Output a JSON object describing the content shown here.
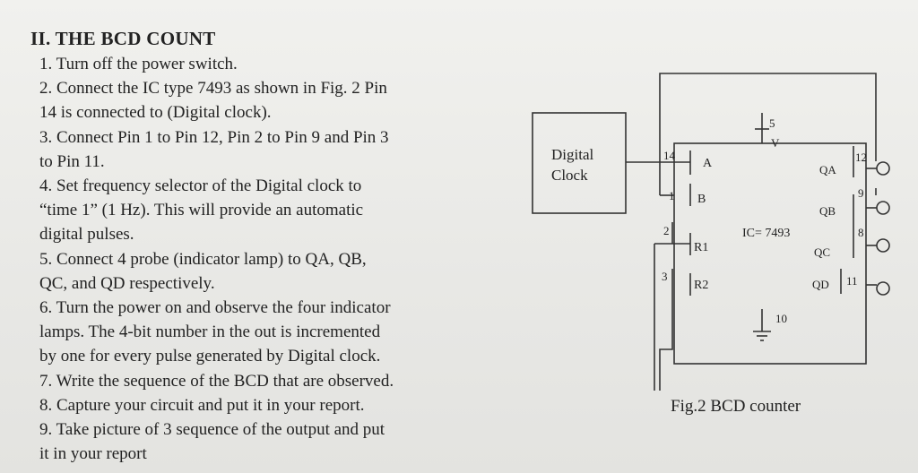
{
  "document": {
    "heading": "II. THE BCD COUNT",
    "steps": [
      "1. Turn off the power switch.",
      "2. Connect the IC type 7493 as shown in Fig. 2 Pin\n14 is connected to (Digital clock).",
      "3. Connect Pin 1 to Pin 12, Pin 2 to Pin 9 and Pin 3\nto Pin 11.",
      "4. Set frequency selector of the Digital clock to\n“time 1” (1 Hz). This will provide an automatic\ndigital pulses.",
      "5. Connect 4 probe (indicator lamp) to QA, QB,\nQC, and QD respectively.",
      "6. Turn the power on and observe the four indicator\nlamps. The 4-bit number in the out is incremented\nby one for every pulse generated by Digital clock.",
      "7. Write the sequence of the BCD that are observed.",
      "8. Capture your circuit and put it in your report.",
      "9. Take picture of 3 sequence of the output and put\nit in your report"
    ]
  },
  "figure": {
    "clock_label_line1": "Digital",
    "clock_label_line2": "Clock",
    "ic_label": "IC= 7493",
    "pin_14": "14",
    "pin_1": "1",
    "pin_2": "2",
    "pin_3": "3",
    "pin_5": "5",
    "pin_10": "10",
    "pin_12": "12",
    "pin_9": "9",
    "pin_8": "8",
    "pin_11": "11",
    "vcc_label": "V",
    "input_a": "A",
    "input_b": "B",
    "reset_1": "R1",
    "reset_2": "R2",
    "out_qa": "QA",
    "out_qb": "QB",
    "out_qc": "QC",
    "out_qd": "QD",
    "caption": "Fig.2 BCD counter"
  }
}
